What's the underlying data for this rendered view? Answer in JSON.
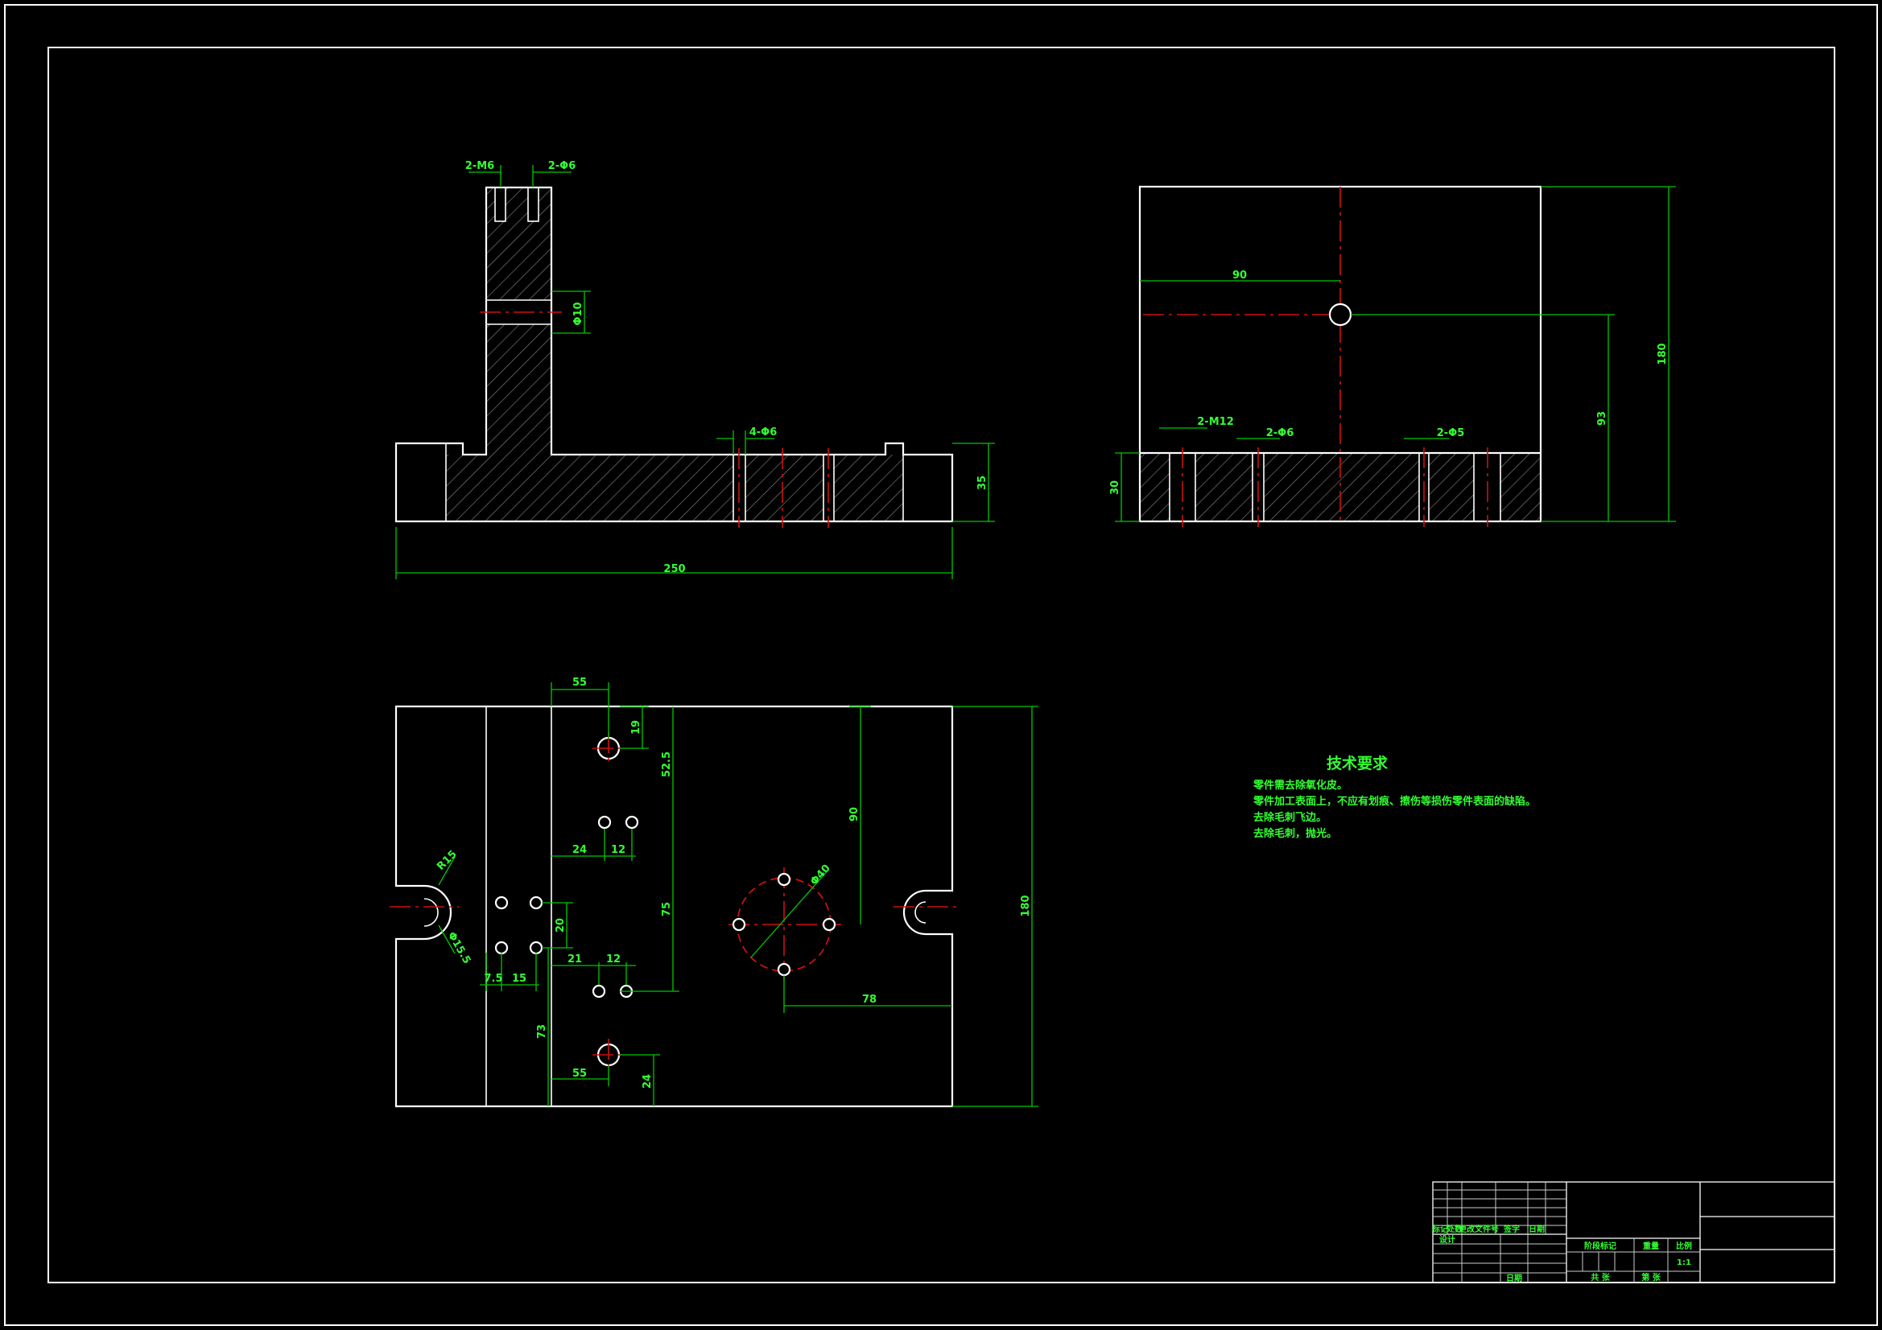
{
  "colors": {
    "background": "#000000",
    "outline": "#ffffff",
    "dimension": "#00c800",
    "centerline": "#cc1111",
    "text": "#33ff33"
  },
  "front_view": {
    "callout_top_left": "2-M6",
    "callout_top_right": "2-Φ6",
    "callout_bore": "Φ10",
    "callout_holes": "4-Φ6",
    "dim_height": "35",
    "dim_width": "250"
  },
  "side_view": {
    "dim_hole_offset": "90",
    "dim_hole_height": "93",
    "dim_total_height": "180",
    "dim_base_height": "30",
    "callout_1": "2-M12",
    "callout_2": "2-Φ6",
    "callout_3": "2-Φ5"
  },
  "top_view": {
    "dims": {
      "d_55_top": "55",
      "d_19": "19",
      "d_52_5": "52.5",
      "d_90": "90",
      "d_24_a": "24",
      "d_12_a": "12",
      "d_r15": "R15",
      "d_phi_cut": "Φ15.5",
      "d_phi40": "Φ40",
      "d_20": "20",
      "d_75": "75",
      "d_21": "21",
      "d_12_b": "12",
      "d_7_5": "7.5",
      "d_15": "15",
      "d_73": "73",
      "d_78": "78",
      "d_55_bot": "55",
      "d_24_b": "24",
      "d_180": "180"
    }
  },
  "tech_requirements": {
    "heading": "技术要求",
    "lines": [
      "零件需去除氧化皮。",
      "零件加工表面上，不应有划痕、擦伤等损伤零件表面的缺陷。",
      "去除毛刺飞边。",
      "去除毛刺，抛光。"
    ]
  },
  "title_block": {
    "rev_headers": [
      "标记",
      "处数",
      "更改文件号",
      "签字",
      "日期"
    ],
    "row_design": "设计",
    "row_date": "日期",
    "stage_label": "阶段标记",
    "weight_label": "重量",
    "scale_label": "比例",
    "scale_value": "1:1",
    "sheets_total": "共 张",
    "sheet_no": "第 张"
  }
}
